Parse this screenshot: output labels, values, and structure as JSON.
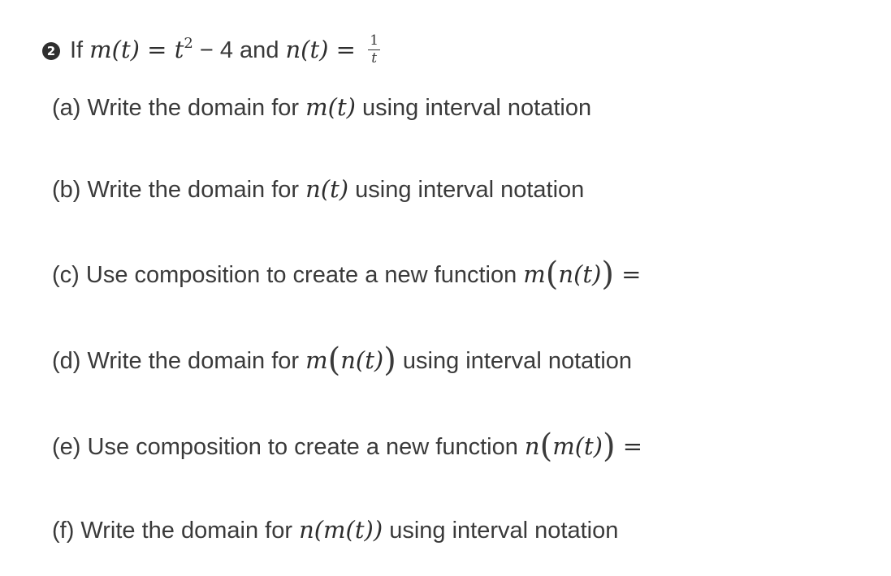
{
  "intro": {
    "bullet": "2",
    "prefix": "If ",
    "m_def": "m(t)",
    "eq1": " = ",
    "t": "t",
    "exp": "2",
    "minus4": " − 4",
    "and": " and ",
    "n_def": "n(t)",
    "eq2": " = ",
    "frac_num": "1",
    "frac_den": "t"
  },
  "parts": {
    "a": {
      "label": "(a)  Write the domain for ",
      "func": "m(t)",
      "suffix": " using interval notation"
    },
    "b": {
      "label": "(b) Write the domain for ",
      "func": "n(t)",
      "suffix": " using interval notation"
    },
    "c": {
      "label": "(c) Use composition to create a new function ",
      "outer": "m",
      "inner": "n(t)",
      "suffix": " ="
    },
    "d": {
      "label": "(d) Write the domain for ",
      "outer": "m",
      "inner": "n(t)",
      "suffix": " using interval notation"
    },
    "e": {
      "label": "(e) Use composition to create a new function ",
      "outer": "n",
      "inner": "m(t)",
      "suffix": " ="
    },
    "f": {
      "label": "(f) Write the domain for ",
      "func": "n(m(t))",
      "suffix": " using interval notation"
    }
  }
}
